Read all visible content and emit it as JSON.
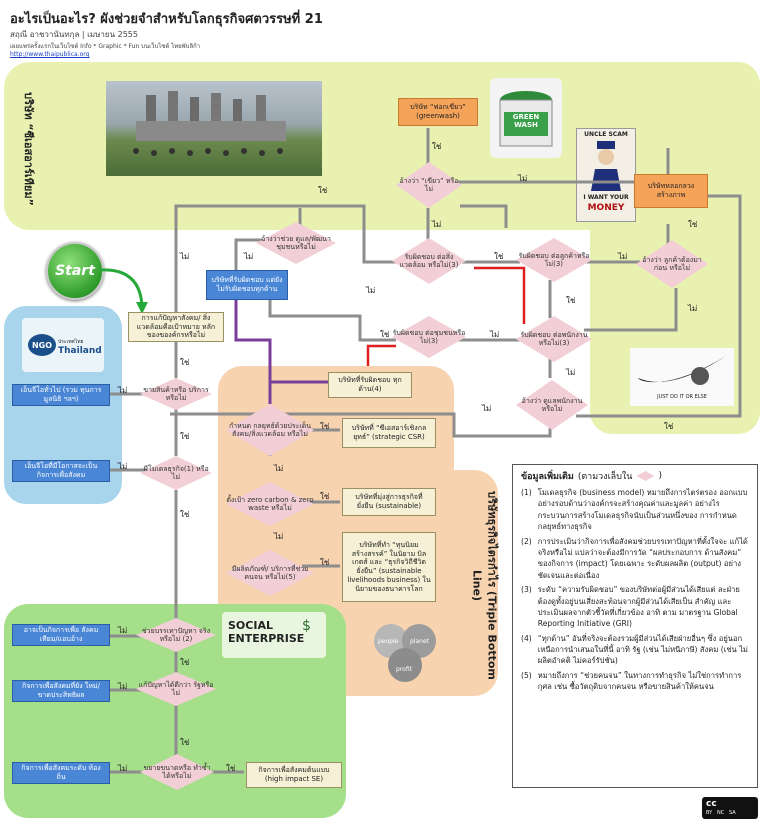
{
  "header": {
    "title": "อะไรเป็นอะไร? ผังช่วยจำสำหรับโลกธุรกิจศตวรรษที่ 21",
    "author": "สฤณี อาชวานันทกุล | เมษายน 2555",
    "published": "เผยแพร่ครั้งแรกในเว็บไซต์ Info * Graphic * Fun บนเว็บไซต์ ไทยพับลิก้า",
    "url": "http://www.thaipublica.org"
  },
  "regions": {
    "eco_label": "บริษัท “ซีเอสอาร์เทียม”",
    "tbl_label": "บริษัทธุรกิจไตรกำไร (Triple Bottom Line)"
  },
  "start_label": "Start",
  "ngo_logo": {
    "line1": "NGO",
    "line2": "ประเทศไทย",
    "line3": "Thailand"
  },
  "diagram": {
    "q_core": "การแก้ปัญหาสังคม/ สิ่งแวดล้อมคือเป้าหมาย หลักของของค์กรหรือไม่",
    "q_sell": "ขายสินค้าหรือ บริการหรือไม่",
    "q_biz": "มีโมเดลธุรกิจ(1) หรือไม่",
    "q_help": "ช่วยบรรเทาปัญหา จริงหรือไม่ (2)",
    "q_root": "แก้ปัญหาได้ดีกว่า รัฐหรือไม่",
    "q_scale": "ขยายขนาดหรือ ทำซ้ำได้หรือไม่",
    "q_claim_help": "อ้างว่าช่วย ดูแล/พัฒนา ชุมชนหรือไม่",
    "q_green": "อ้างว่า “เขียว” หรือไม่",
    "q_env": "รับผิดชอบ ต่อสิ่งแวดล้อม หรือไม่(3)",
    "q_cust": "รับผิดชอบ ต่อลูกค้าหรือไม่(3)",
    "q_cust_claim": "อ้างว่า ลูกค้าต้องมาก่อน หรือไม่",
    "q_comm": "รับผิดชอบ ต่อชุมชนหรือไม่(3)",
    "q_emp": "รับผิดชอบ ต่อพนักงาน หรือไม่(3)",
    "q_emp_claim": "อ้างว่า ดูแลพนักงาน หรือไม่",
    "q_strategy": "กำหนด กลยุทธ์ด้วยประเด็น สังคม/สิ่งแวดล้อม หรือไม่",
    "q_zero": "ตั้งเป้า zero carbon & zero waste หรือไม่",
    "q_product": "มีผลิตภัณฑ์/ บริการที่ช่วยคนจน หรือไม่(5)",
    "ngo_a": "เอ็นจีโอทั่วไป (รวม ทุนการมูลนิธิ ฯลฯ)",
    "ngo_b": "เอ็นจีโอที่มีโอกาสจะเป็น กิจการเพื่อสังคม",
    "se_a": "อาจเป็นกิจการเพื่อ สังคมเทียม/แอบอ้าง",
    "se_b": "กิจการเพื่อสังคมที่ยัง ใหม่/ขาดประสิทธิผล",
    "se_c": "กิจการเพื่อสังคมระดับ ท้องถิ่น",
    "se_d": "กิจการเพื่อสังคมต้นแบบ (high impact SE)",
    "greenwash": "บริษัท “ฟอกเขียว” (greenwash)",
    "liar": "บริษัทหลอกลวง สร้างภาพ",
    "irresp": "บริษัทที่รับผิดชอบ แต่ยัง ไม่รับผิดชอบทุกด้าน",
    "all_resp": "บริษัทที่รับผิดชอบ ทุกด้าน(4)",
    "strat_csr": "บริษัทที่ “ซีเอสอาร์เชิงกล ยุทธ์” (strategic CSR)",
    "sustainable": "บริษัทที่มุ่งสู่การธุรกิจที่ ยั่งยืน (sustainable)",
    "livelihood": "บริษัทที่ทำ “ทุนนิยม สร้างสรรค์” ในนิยาม บิล เกตส์ และ “ธุรกิจวิถีชีวิต ยั่งยืน” (sustainable livelihoods business) ในนิยามของธนาคารโลก"
  },
  "labels": {
    "yes": "ใช่",
    "no": "ไม่"
  },
  "images": {
    "green_wash": "GREEN WASH",
    "uncle_top": "UNCLE SCAM",
    "uncle_want": "I WANT YOUR",
    "uncle_money": "MONEY",
    "nike_caption": "JUST DO IT OR ELSE",
    "social_enterprise": "SOCIAL ENTERPRISE",
    "tbl_people": "people",
    "tbl_planet": "planet",
    "tbl_profit": "profit"
  },
  "notes": {
    "title": "ข้อมูลเพิ่มเติม",
    "hint": "(ตามวงเล็บใน",
    "hint_end": ")",
    "items": [
      {
        "num": "(1)",
        "text": "โมเดลธุรกิจ (business model) หมายถึงการไตร่ตรอง ออกแบบอย่างรอบด้านว่าองค์กรจะสร้างคุณค่าและมูลค่า อย่างไร กระบวนการสร้างโมเดลธุรกิจนับเป็นส่วนหนึ่งของ การกำหนดกลยุทธ์ทางธุรกิจ"
      },
      {
        "num": "(2)",
        "text": "การประเมินว่ากิจการเพื่อสังคมช่วยบรรเทาปัญหาที่ตั้งใจจะ แก้ได้จริงหรือไม่ แปลว่าจะต้องมีการวัด “ผลประกอบการ ด้านสังคม” ของกิจการ (impact) โดยเฉพาะ ระดับผลผลิต (output) อย่างชัดเจนและต่อเนื่อง"
      },
      {
        "num": "(3)",
        "text": "ระดับ “ความรับผิดชอบ” ของบริษัทต่อผู้มีส่วนได้เสียแต่ ละฝ่ายต้องดูทั้งอยู่บนเสี่ยงสะท้อนจากผู้มีส่วนได้เสียเป็น สำคัญ และประเมินผลจากตัวชี้วัดที่เกี่ยวข้อง อาทิ ตาม มาตรฐาน Global Reporting Initiative (GRI)"
      },
      {
        "num": "(4)",
        "text": "“ทุกด้าน” อันที่จริงจะต้องรวมผู้มีส่วนได้เสียฝ่ายอื่นๆ ซึ่ง อยู่นอกเหนือการนำเสนอในที่นี้ อาทิ รัฐ (เช่น ไม่หนีภาษี) สังคม (เช่น ไม่ผลิตอำคติ ไม่คอร์รัปชั่น)"
      },
      {
        "num": "(5)",
        "text": "หมายถึงการ “ช่วยคนจน” ในทางการทำธุรกิจ ไม่ใช่การทำการกุศล เช่น ซื้อวัตถุดิบจากคนจน หรือขายสินค้าให้คนจน"
      }
    ]
  },
  "license": {
    "badge": "cc",
    "sub": "BY   NC   SA"
  },
  "colors": {
    "eco": "#e9f1b0",
    "tbl": "#f8d3b0",
    "ngo": "#a8d4ec",
    "se": "#a6df8a",
    "diamond": "#f2cfd6",
    "blue": "#4a86d6",
    "orange": "#f6a35a"
  }
}
